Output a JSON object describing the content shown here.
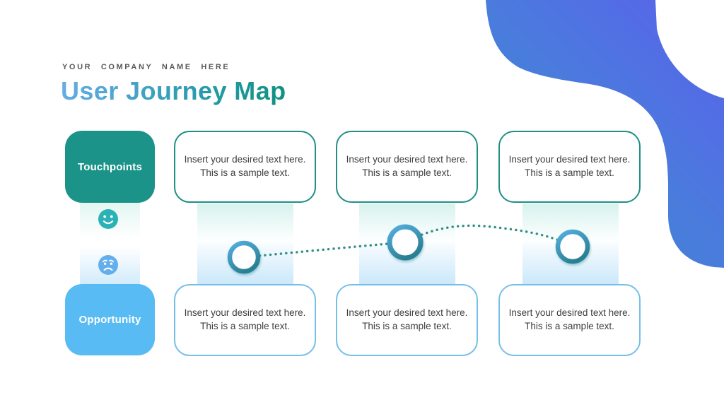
{
  "slide": {
    "company_name": "YOUR COMPANY NAME HERE",
    "title": "User Journey Map"
  },
  "journey": {
    "row_labels": [
      {
        "id": "touchpoints",
        "label": "Touchpoints",
        "color": "#1B9389"
      },
      {
        "id": "opportunity",
        "label": "Opportunity",
        "color": "#59BBF4"
      }
    ],
    "emotions": [
      {
        "icon": "happy-face-icon",
        "color": "#2BB2B6"
      },
      {
        "icon": "sad-face-icon",
        "color": "#63AEEC"
      }
    ],
    "touchpoint_cards": [
      {
        "text": "Insert your desired text here. This is a sample text."
      },
      {
        "text": "Insert your desired text here. This is a sample text."
      },
      {
        "text": "Insert your desired text here. This is a sample text."
      }
    ],
    "opportunity_cards": [
      {
        "text": "Insert your desired text here. This is a sample text."
      },
      {
        "text": "Insert your desired text here. This is a sample text."
      },
      {
        "text": "Insert your desired text here. This is a sample text."
      }
    ],
    "waypoint_count": 3
  },
  "colors": {
    "company_text": "#58595B",
    "title_gradient_start": "#66ACE7",
    "title_gradient_end": "#0E9180",
    "touchpoint_card_border": "#218F85",
    "opportunity_card_border": "#77BFE9",
    "dotted_line": "#2F8D84",
    "circle_ring_light": "#55AEE0",
    "circle_ring_dark": "#2A8093",
    "blob_gradient_start": "#3E8CCE",
    "blob_gradient_end": "#5B60EC",
    "card_text": "#3E3E3E"
  }
}
